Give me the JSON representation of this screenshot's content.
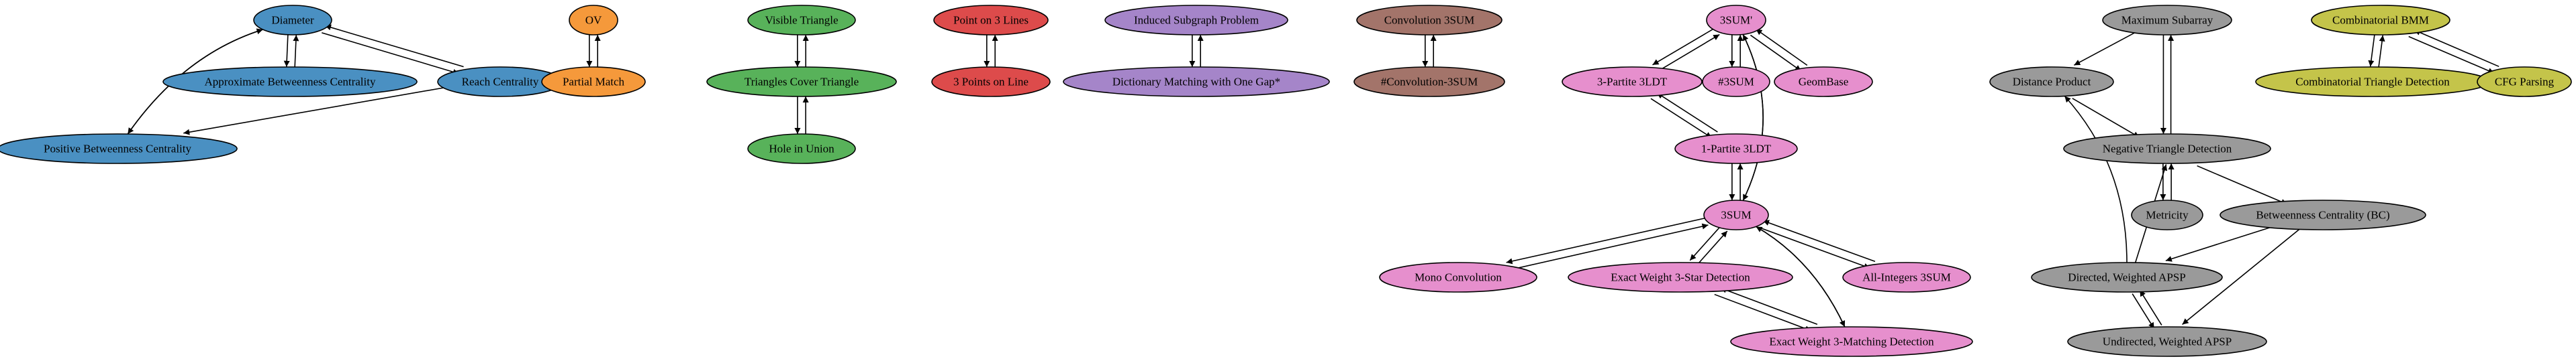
{
  "colors": {
    "blue": "#4a90c2",
    "orange": "#f5993b",
    "green": "#58b25a",
    "red": "#dd4b4b",
    "purple": "#a585c9",
    "brown": "#a3746a",
    "pink": "#e68fcd",
    "gray": "#9a9a9a",
    "olive": "#c4c44a"
  },
  "nodes": {
    "diameter": {
      "label": "Diameter",
      "color": "blue"
    },
    "approx_bc": {
      "label": "Approximate Betweenness Centrality",
      "color": "blue"
    },
    "reach": {
      "label": "Reach Centrality",
      "color": "blue"
    },
    "pos_bc": {
      "label": "Positive Betweenness Centrality",
      "color": "blue"
    },
    "ov": {
      "label": "OV",
      "color": "orange"
    },
    "partial": {
      "label": "Partial Match",
      "color": "orange"
    },
    "visible": {
      "label": "Visible Triangle",
      "color": "green"
    },
    "tri_cover": {
      "label": "Triangles Cover Triangle",
      "color": "green"
    },
    "hole": {
      "label": "Hole in Union",
      "color": "green"
    },
    "pt3lines": {
      "label": "Point on 3 Lines",
      "color": "red"
    },
    "pts_line": {
      "label": "3 Points on Line",
      "color": "red"
    },
    "induced": {
      "label": "Induced Subgraph Problem",
      "color": "purple"
    },
    "dict": {
      "label": "Dictionary Matching with One Gap*",
      "color": "purple"
    },
    "conv3sum": {
      "label": "Convolution 3SUM",
      "color": "brown"
    },
    "hconv3sum": {
      "label": "#Convolution-3SUM",
      "color": "brown"
    },
    "sum3p": {
      "label": "3SUM'",
      "color": "pink"
    },
    "p3ldt": {
      "label": "3-Partite 3LDT",
      "color": "pink"
    },
    "hsum3": {
      "label": "#3SUM",
      "color": "pink"
    },
    "geombase": {
      "label": "GeomBase",
      "color": "pink"
    },
    "p1ldt": {
      "label": "1-Partite 3LDT",
      "color": "pink"
    },
    "sum3": {
      "label": "3SUM",
      "color": "pink"
    },
    "mono": {
      "label": "Mono Convolution",
      "color": "pink"
    },
    "ew3star": {
      "label": "Exact Weight 3-Star Detection",
      "color": "pink"
    },
    "allint": {
      "label": "All-Integers 3SUM",
      "color": "pink"
    },
    "ew3match": {
      "label": "Exact Weight 3-Matching Detection",
      "color": "pink"
    },
    "maxsub": {
      "label": "Maximum Subarray",
      "color": "gray"
    },
    "distprod": {
      "label": "Distance Product",
      "color": "gray"
    },
    "negtri": {
      "label": "Negative Triangle Detection",
      "color": "gray"
    },
    "metricity": {
      "label": "Metricity",
      "color": "gray"
    },
    "bcentral": {
      "label": "Betweenness Centrality (BC)",
      "color": "gray"
    },
    "dirapsp": {
      "label": "Directed, Weighted APSP",
      "color": "gray"
    },
    "undirapsp": {
      "label": "Undirected, Weighted APSP",
      "color": "gray"
    },
    "combbmm": {
      "label": "Combinatorial BMM",
      "color": "olive"
    },
    "combtri": {
      "label": "Combinatorial Triangle Detection",
      "color": "olive"
    },
    "cfg": {
      "label": "CFG Parsing",
      "color": "olive"
    }
  },
  "edges": [
    [
      "diameter",
      "approx_bc"
    ],
    [
      "approx_bc",
      "diameter"
    ],
    [
      "diameter",
      "reach"
    ],
    [
      "reach",
      "diameter"
    ],
    [
      "diameter",
      "pos_bc"
    ],
    [
      "pos_bc",
      "diameter"
    ],
    [
      "reach",
      "pos_bc"
    ],
    [
      "ov",
      "partial"
    ],
    [
      "partial",
      "ov"
    ],
    [
      "visible",
      "tri_cover"
    ],
    [
      "tri_cover",
      "visible"
    ],
    [
      "tri_cover",
      "hole"
    ],
    [
      "hole",
      "tri_cover"
    ],
    [
      "pt3lines",
      "pts_line"
    ],
    [
      "pts_line",
      "pt3lines"
    ],
    [
      "induced",
      "dict"
    ],
    [
      "dict",
      "induced"
    ],
    [
      "conv3sum",
      "hconv3sum"
    ],
    [
      "hconv3sum",
      "conv3sum"
    ],
    [
      "sum3p",
      "p3ldt"
    ],
    [
      "p3ldt",
      "sum3p"
    ],
    [
      "sum3p",
      "hsum3"
    ],
    [
      "hsum3",
      "sum3p"
    ],
    [
      "sum3p",
      "geombase"
    ],
    [
      "geombase",
      "sum3p"
    ],
    [
      "sum3p",
      "sum3"
    ],
    [
      "sum3",
      "sum3p"
    ],
    [
      "p3ldt",
      "p1ldt"
    ],
    [
      "p1ldt",
      "p3ldt"
    ],
    [
      "p1ldt",
      "sum3"
    ],
    [
      "sum3",
      "p1ldt"
    ],
    [
      "sum3",
      "mono"
    ],
    [
      "mono",
      "sum3"
    ],
    [
      "sum3",
      "ew3star"
    ],
    [
      "ew3star",
      "sum3"
    ],
    [
      "sum3",
      "allint"
    ],
    [
      "allint",
      "sum3"
    ],
    [
      "sum3",
      "ew3match"
    ],
    [
      "ew3match",
      "sum3"
    ],
    [
      "ew3star",
      "ew3match"
    ],
    [
      "ew3match",
      "ew3star"
    ],
    [
      "maxsub",
      "distprod"
    ],
    [
      "maxsub",
      "negtri"
    ],
    [
      "negtri",
      "maxsub"
    ],
    [
      "distprod",
      "negtri"
    ],
    [
      "negtri",
      "metricity"
    ],
    [
      "metricity",
      "negtri"
    ],
    [
      "negtri",
      "bcentral"
    ],
    [
      "bcentral",
      "dirapsp"
    ],
    [
      "bcentral",
      "undirapsp"
    ],
    [
      "dirapsp",
      "distprod"
    ],
    [
      "dirapsp",
      "negtri"
    ],
    [
      "dirapsp",
      "undirapsp"
    ],
    [
      "undirapsp",
      "dirapsp"
    ],
    [
      "combbmm",
      "combtri"
    ],
    [
      "combtri",
      "combbmm"
    ],
    [
      "combbmm",
      "cfg"
    ],
    [
      "cfg",
      "combbmm"
    ]
  ]
}
